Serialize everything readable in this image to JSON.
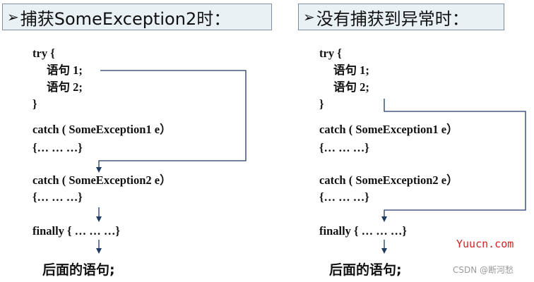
{
  "left_panel": {
    "title_marker": "➢",
    "title": "捕获SomeException2时：",
    "lines": {
      "try_open": "try {",
      "stmt1": "语句 1;",
      "stmt2": "语句 2;",
      "close": "}",
      "catch1": "catch ( SomeException1 e）",
      "block1": "{… … …}",
      "catch2": "catch ( SomeException2 e）",
      "block2": "{… … …}",
      "finally": "finally { … … …}"
    },
    "after": "后面的语句;"
  },
  "right_panel": {
    "title_marker": "➢",
    "title": "没有捕获到异常时：",
    "lines": {
      "try_open": "try {",
      "stmt1": "语句 1;",
      "stmt2": "语句 2;",
      "close": "}",
      "catch1": "catch ( SomeException1 e）",
      "block1": "{… … …}",
      "catch2": "catch ( SomeException2 e）",
      "block2": "{… … …}",
      "finally": "finally { … … …}"
    },
    "after": "后面的语句;"
  },
  "watermarks": {
    "site": "Yuucn.com",
    "csdn": "CSDN @断河愁"
  },
  "colors": {
    "arrow": "#1f3a63",
    "title_bg": "#e9f1f5",
    "watermark_site": "#d42020"
  }
}
